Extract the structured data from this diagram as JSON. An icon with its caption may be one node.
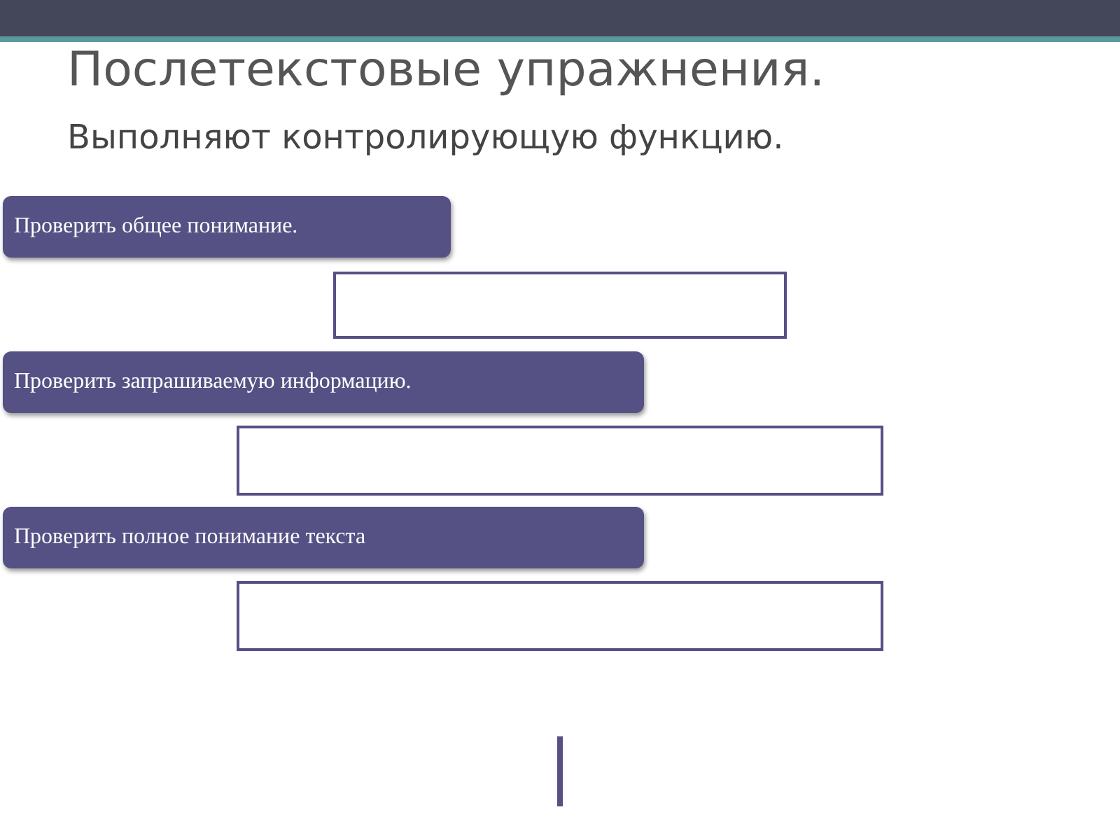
{
  "diagram": {
    "title": "Послетекстовые упражнения.",
    "nodes": [
      {
        "text": [
          "Проверить общее понимание."
        ]
      },
      {
        "text": [],
        "shape": "box"
      },
      {
        "text": [
          "Проверить запрашиваемую информацию."
        ]
      },
      {
        "text": [],
        "shape": "box"
      },
      {
        "text": [
          "Проверить полное понимание текста"
        ]
      },
      {
        "text": [],
        "shape": "box"
      }
    ],
    "edges": [],
    "labels": [
      "Выполняют контролирующую функцию."
    ]
  }
}
